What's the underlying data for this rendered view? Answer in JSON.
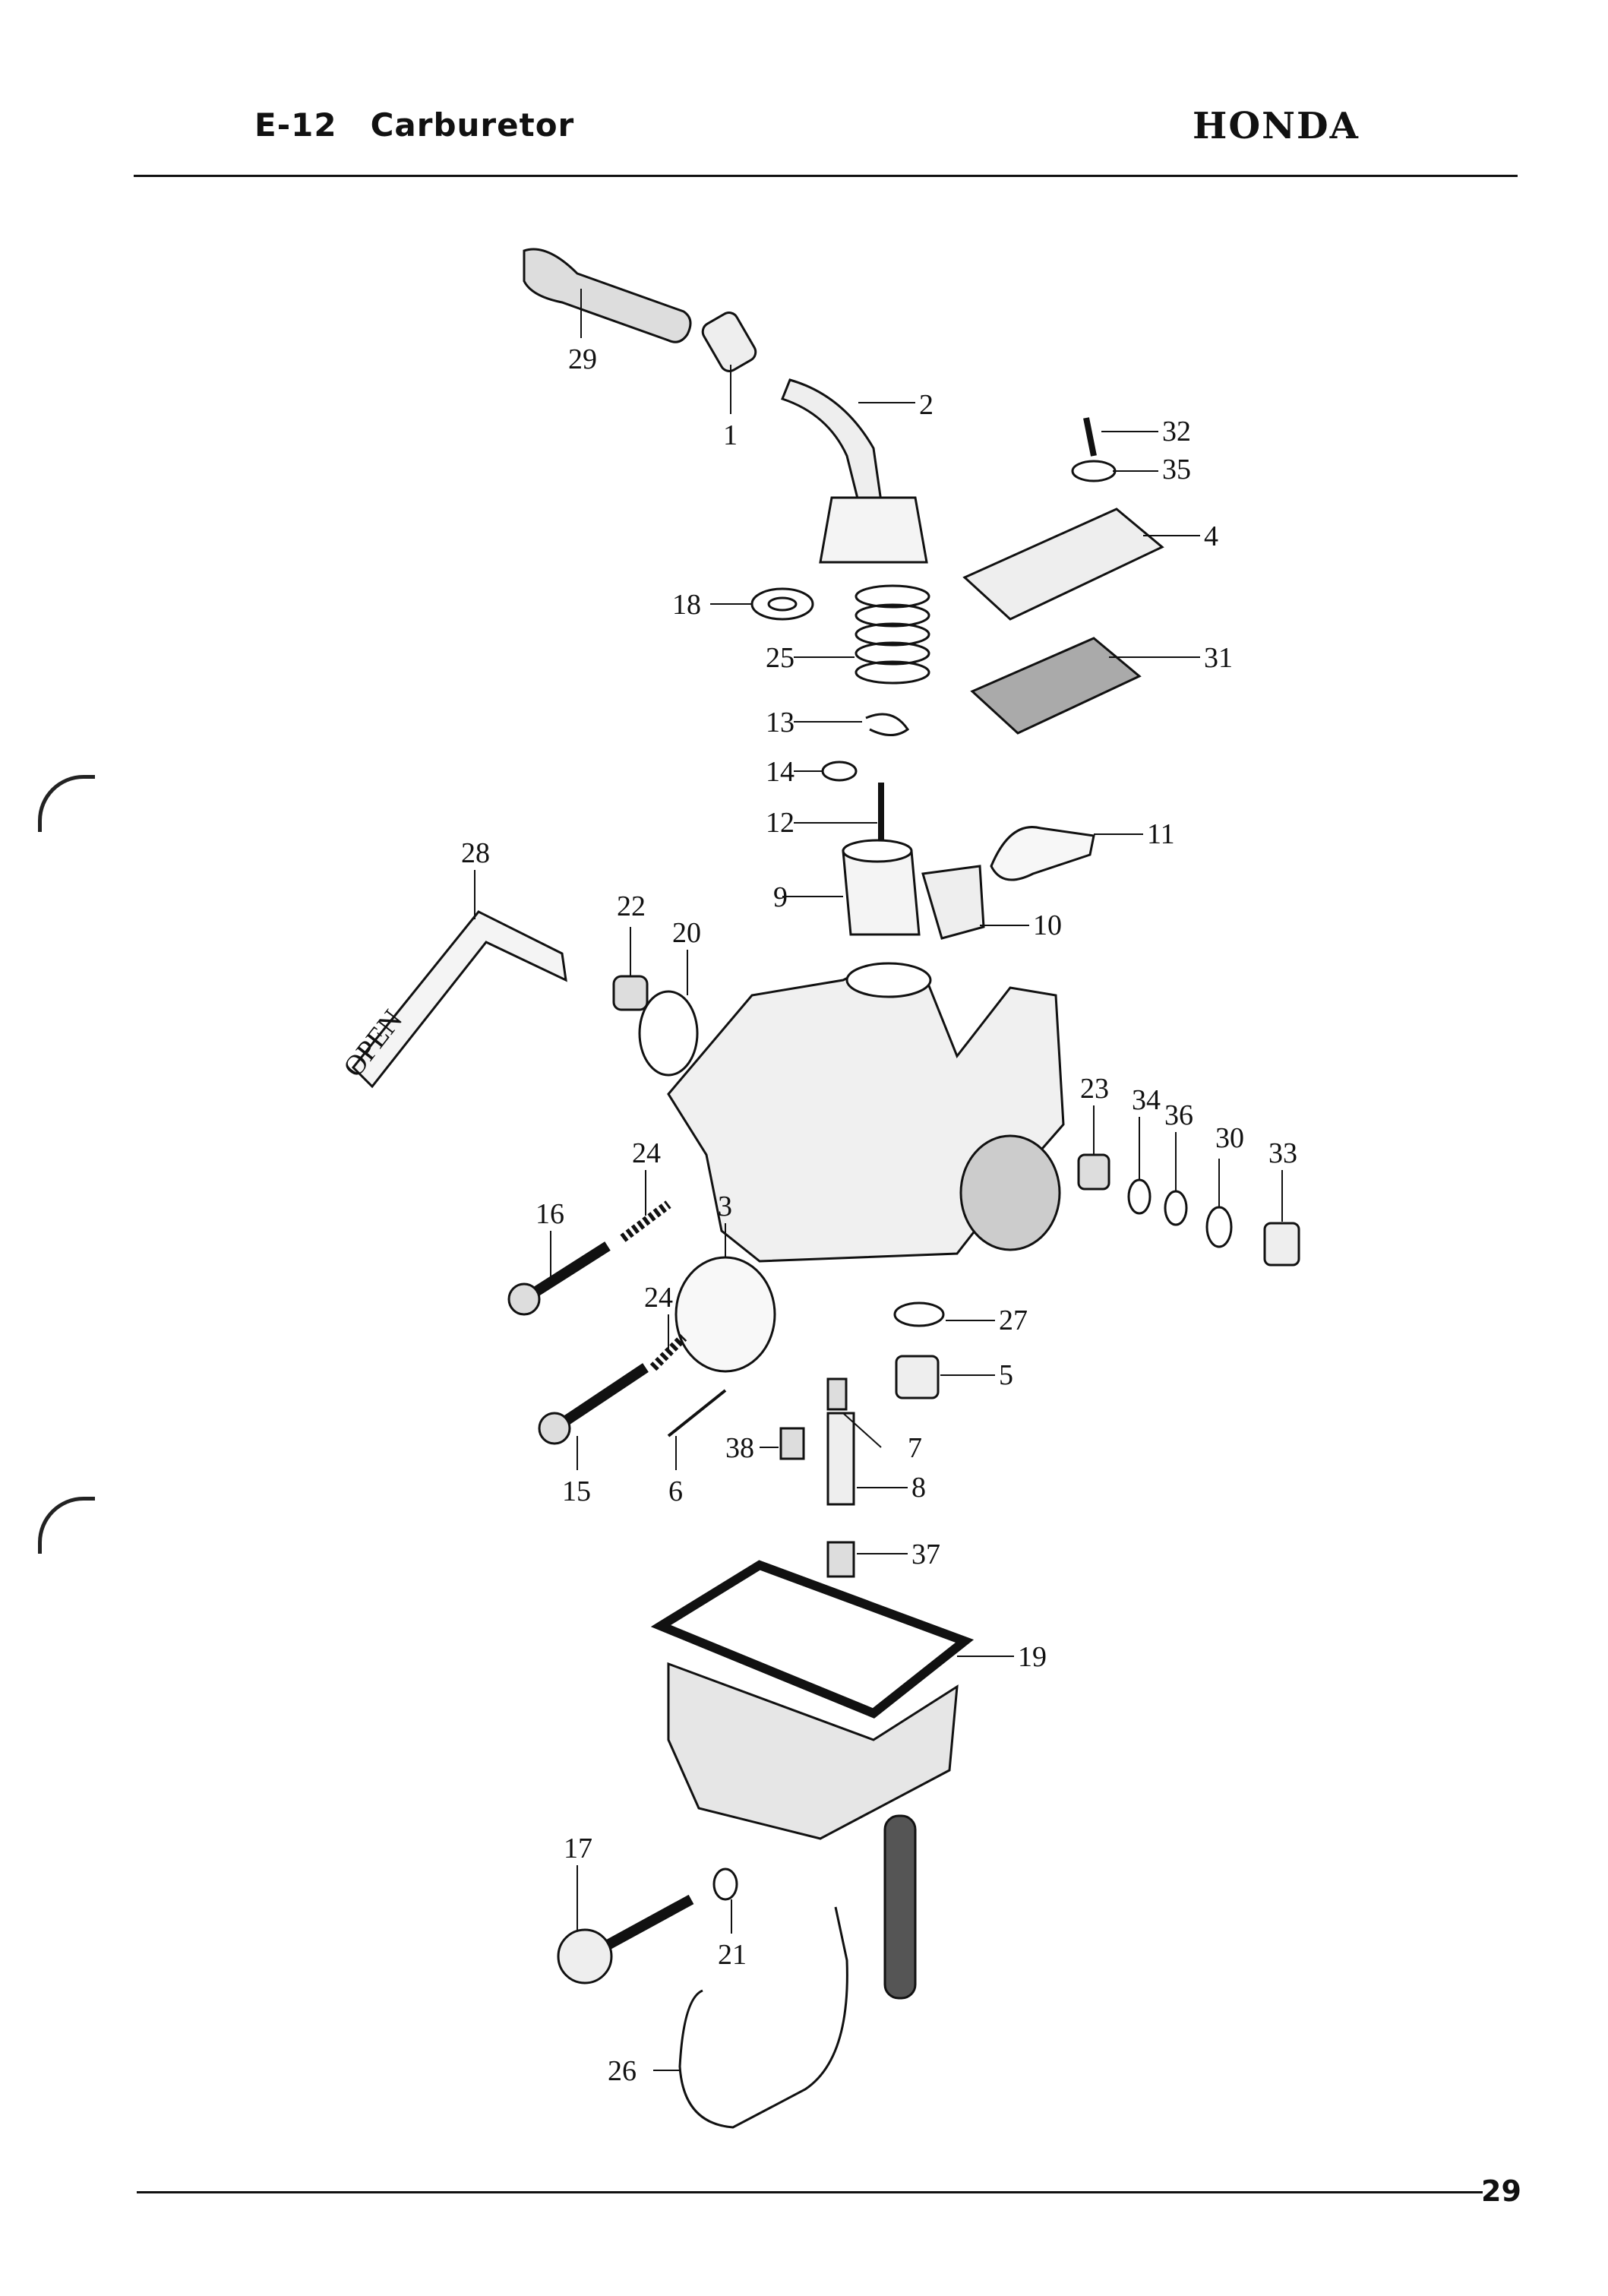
{
  "header": {
    "code": "E-12",
    "title": "Carburetor",
    "brand": "HONDA"
  },
  "footer": {
    "page_number": "29"
  },
  "callouts": [
    {
      "id": "c29",
      "label": "29"
    },
    {
      "id": "c1",
      "label": "1"
    },
    {
      "id": "c2",
      "label": "2"
    },
    {
      "id": "c32",
      "label": "32"
    },
    {
      "id": "c35",
      "label": "35"
    },
    {
      "id": "c4",
      "label": "4"
    },
    {
      "id": "c18",
      "label": "18"
    },
    {
      "id": "c25",
      "label": "25"
    },
    {
      "id": "c31",
      "label": "31"
    },
    {
      "id": "c13",
      "label": "13"
    },
    {
      "id": "c14",
      "label": "14"
    },
    {
      "id": "c12",
      "label": "12"
    },
    {
      "id": "c11",
      "label": "11"
    },
    {
      "id": "c28",
      "label": "28"
    },
    {
      "id": "c9",
      "label": "9"
    },
    {
      "id": "c10",
      "label": "10"
    },
    {
      "id": "c22",
      "label": "22"
    },
    {
      "id": "c20",
      "label": "20"
    },
    {
      "id": "c23",
      "label": "23"
    },
    {
      "id": "c34",
      "label": "34"
    },
    {
      "id": "c36",
      "label": "36"
    },
    {
      "id": "c30",
      "label": "30"
    },
    {
      "id": "c33",
      "label": "33"
    },
    {
      "id": "c24a",
      "label": "24"
    },
    {
      "id": "c16",
      "label": "16"
    },
    {
      "id": "c3",
      "label": "3"
    },
    {
      "id": "c24b",
      "label": "24"
    },
    {
      "id": "c27",
      "label": "27"
    },
    {
      "id": "c5",
      "label": "5"
    },
    {
      "id": "c7",
      "label": "7"
    },
    {
      "id": "c38",
      "label": "38"
    },
    {
      "id": "c15",
      "label": "15"
    },
    {
      "id": "c6",
      "label": "6"
    },
    {
      "id": "c8",
      "label": "8"
    },
    {
      "id": "c37",
      "label": "37"
    },
    {
      "id": "c19",
      "label": "19"
    },
    {
      "id": "c17",
      "label": "17"
    },
    {
      "id": "c21",
      "label": "21"
    },
    {
      "id": "c26",
      "label": "26"
    }
  ],
  "lever_marking": "OPEN"
}
